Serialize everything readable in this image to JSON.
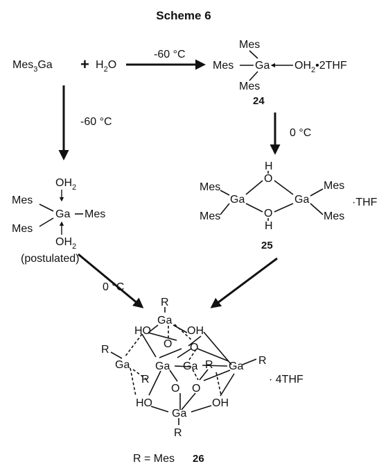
{
  "title": "Scheme 6",
  "reactants": {
    "mes3ga": "Mes",
    "mes3ga_sub": "3",
    "ga": "Ga",
    "plus": "+",
    "h2o_h": "H",
    "h2o_sub": "2",
    "h2o_o": "O"
  },
  "conditions": {
    "top": "-60 °C",
    "left": "-60 °C",
    "right": "0 °C",
    "bottom_left": "0 °C"
  },
  "compound24": {
    "mes": "Mes",
    "ga": "Ga",
    "ligand": "OH",
    "ligand_sub": "2",
    "ligand_rest": "•2THF",
    "number": "24"
  },
  "postulated": {
    "oh": "OH",
    "sub": "2",
    "mes": "Mes",
    "ga": "Ga",
    "caption": "(postulated)"
  },
  "compound25": {
    "h": "H",
    "o": "O",
    "ga": "Ga",
    "mes": "Mes",
    "solvate": "·THF",
    "number": "25"
  },
  "compound26": {
    "r": "R",
    "ga": "Ga",
    "oh": "OH",
    "ho": "HO",
    "o": "O",
    "solvate": "· 4THF",
    "legend": "R = Mes",
    "number": "26"
  }
}
